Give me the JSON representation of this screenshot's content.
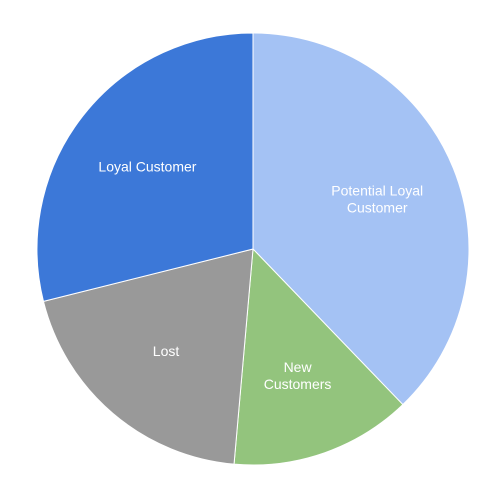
{
  "chart_data": {
    "type": "pie",
    "start_angle_deg": 0,
    "direction": "clockwise",
    "slices": [
      {
        "label": "Potential Loyal Customer",
        "label_lines": [
          "Potential Loyal",
          "Customer"
        ],
        "value": 37.8,
        "color": "#a4c2f4"
      },
      {
        "label": "New Customers",
        "label_lines": [
          "New",
          "Customers"
        ],
        "value": 13.6,
        "color": "#93c47d"
      },
      {
        "label": "Lost",
        "label_lines": [
          "Lost"
        ],
        "value": 19.7,
        "color": "#999999"
      },
      {
        "label": "Loyal Customer",
        "label_lines": [
          "Loyal Customer"
        ],
        "value": 28.9,
        "color": "#3c78d8"
      }
    ]
  }
}
